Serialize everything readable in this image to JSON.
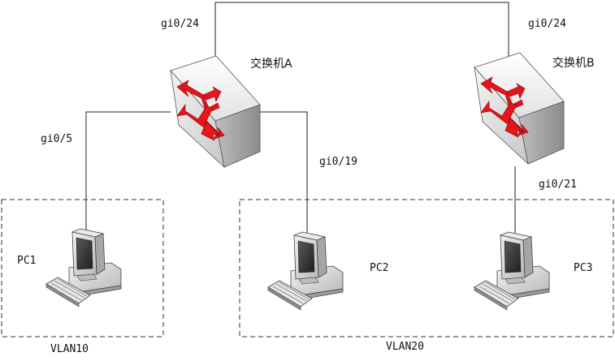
{
  "switches": [
    {
      "id": "A",
      "name": "交换机A"
    },
    {
      "id": "B",
      "name": "交换机B"
    }
  ],
  "pcs": [
    {
      "id": "PC1",
      "label": "PC1"
    },
    {
      "id": "PC2",
      "label": "PC2"
    },
    {
      "id": "PC3",
      "label": "PC3"
    }
  ],
  "ports": {
    "a_uplink": "gi0/24",
    "b_uplink": "gi0/24",
    "a_pc1": "gi0/5",
    "a_pc2": "gi0/19",
    "b_pc3": "gi0/21"
  },
  "vlans": [
    {
      "id": "vlan10",
      "label": "VLAN10"
    },
    {
      "id": "vlan20",
      "label": "VLAN20"
    }
  ],
  "colors": {
    "arrow_red": "#e8141b",
    "switch_front": "#d8d8d8",
    "switch_top": "#efefef",
    "switch_side": "#9a9a9a",
    "pc_body": "#d4d4d4",
    "screen": "#3a3a3a"
  }
}
